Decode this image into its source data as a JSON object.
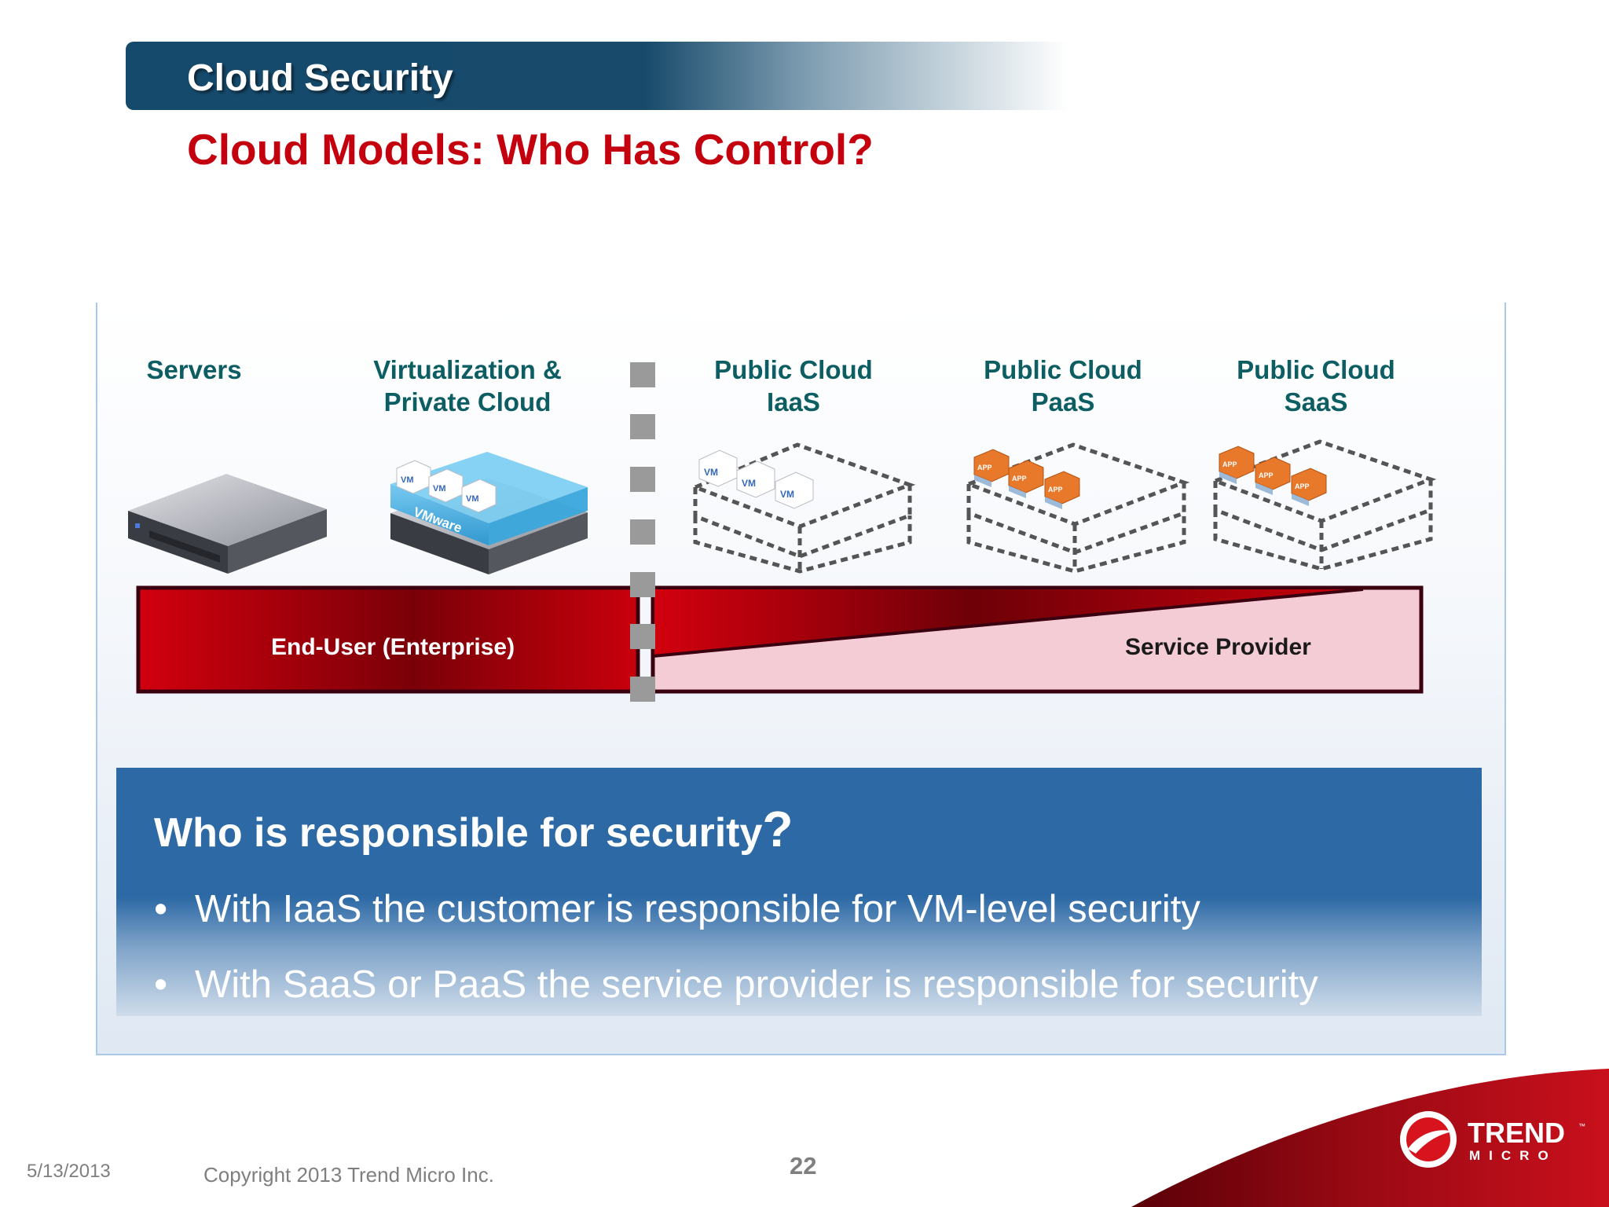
{
  "header": {
    "banner_title": "Cloud Security",
    "subtitle": "Cloud Models: Who Has Control?"
  },
  "columns": [
    {
      "line1": "Servers",
      "line2": ""
    },
    {
      "line1": "Virtualization &",
      "line2": "Private Cloud"
    },
    {
      "line1": "Public Cloud",
      "line2": "IaaS"
    },
    {
      "line1": "Public Cloud",
      "line2": "PaaS"
    },
    {
      "line1": "Public Cloud",
      "line2": "SaaS"
    }
  ],
  "icons": {
    "vm_label": "VM",
    "vmware_label": "VMware",
    "app_label": "APP"
  },
  "control_bar": {
    "end_user_label": "End-User (Enterprise)",
    "provider_label": "Service Provider"
  },
  "responsibility": {
    "question": "Who is responsible for security",
    "question_mark": "?",
    "bullet_char": "•",
    "bullets": [
      "With IaaS the customer is responsible for VM-level security",
      "With SaaS or PaaS the service provider is responsible for security"
    ]
  },
  "footer": {
    "date": "5/13/2013",
    "copyright": "Copyright 2013 Trend Micro Inc.",
    "page_number": "22"
  },
  "logo": {
    "line1": "TREND",
    "line2": "MICRO",
    "trademark": "™"
  },
  "colors": {
    "banner": "#164a6c",
    "subtitle_red": "#c4000f",
    "column_label_teal": "#0c5e63",
    "control_red": "#c8000c",
    "provider_pink": "#f4ccd6",
    "question_box_blue": "#2d69a5"
  }
}
